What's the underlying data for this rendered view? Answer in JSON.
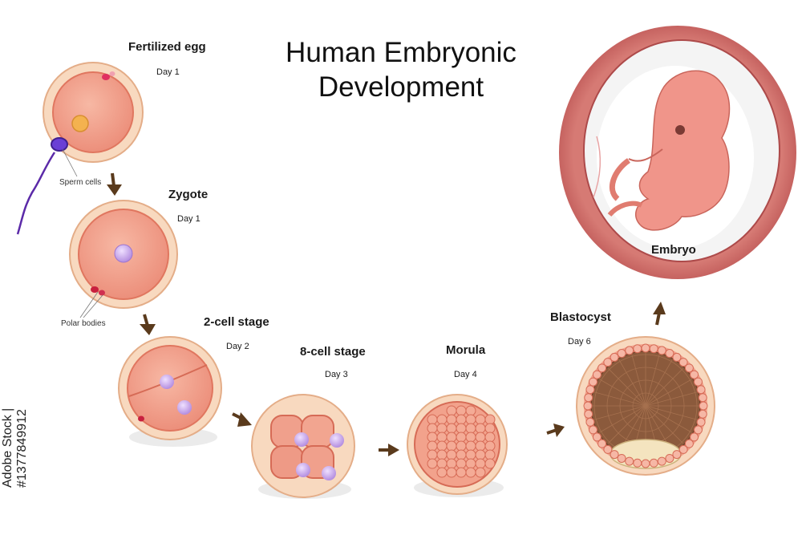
{
  "title_line1": "Human Embryonic",
  "title_line2": "Development",
  "stages": [
    {
      "name": "Fertilized egg",
      "day": "Day 1"
    },
    {
      "name": "Zygote",
      "day": "Day 1"
    },
    {
      "name": "2-cell stage",
      "day": "Day 2"
    },
    {
      "name": "8-cell stage",
      "day": "Day 3"
    },
    {
      "name": "Morula",
      "day": "Day 4"
    },
    {
      "name": "Blastocyst",
      "day": "Day 6"
    },
    {
      "name": "Embryo"
    }
  ],
  "annotations": {
    "sperm": "Sperm cells",
    "polar": "Polar bodies"
  },
  "watermark": "Adobe Stock | #1377849912",
  "colors": {
    "cell": "#f1a08a",
    "zona": "#f5c9a6",
    "nucleus": "#c9a7e8",
    "arrow": "#5a3a1c",
    "uterus": "#c8605e"
  }
}
